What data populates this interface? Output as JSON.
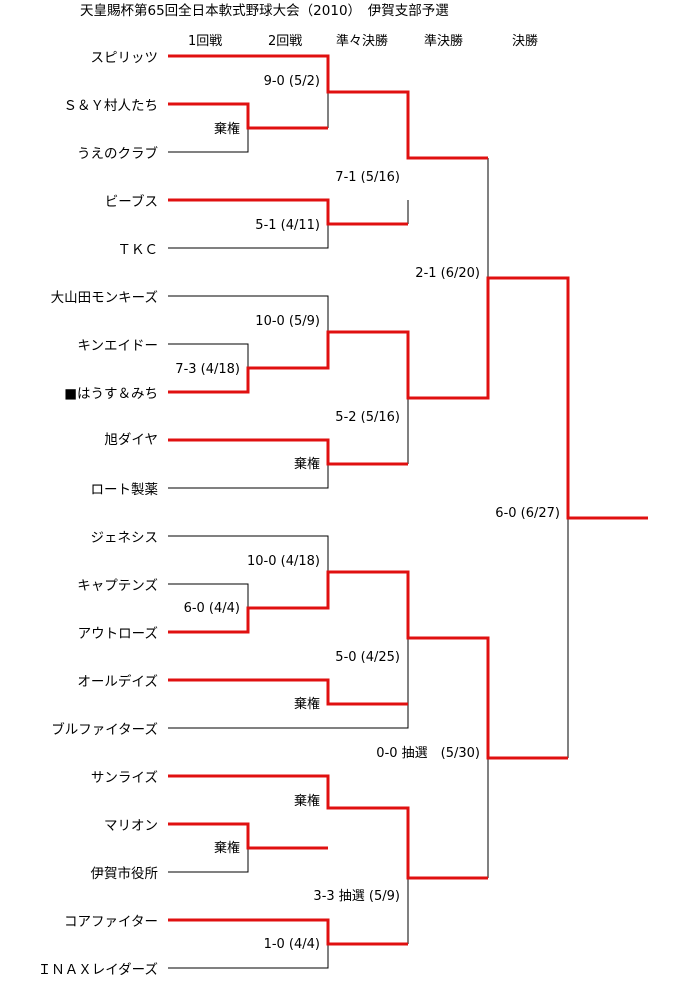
{
  "title": "天皇賜杯第65回全日本軟式野球大会（2010）　伊賀支部予選",
  "rounds": [
    "1回戦",
    "2回戦",
    "準々決勝",
    "準決勝",
    "決勝"
  ],
  "teams": [
    "スピリッツ",
    "Ｓ＆Ｙ村人たち",
    "うえのクラブ",
    "ビーブス",
    "ＴＫＣ",
    "大山田モンキーズ",
    "キンエイドー",
    "■はうす＆みち",
    "旭ダイヤ",
    "ロート製薬",
    "ジェネシス",
    "キャプテンズ",
    "アウトローズ",
    "オールデイズ",
    "ブルファイターズ",
    "サンライズ",
    "マリオン",
    "伊賀市役所",
    "コアファイター",
    "ＩＮＡＸレイダーズ"
  ],
  "results": {
    "r1_a": "棄権",
    "r1_b": "7-3 (4/18)",
    "r1_c": "6-0 (4/4)",
    "r1_d": "棄権",
    "r2_1": "9-0 (5/2)",
    "r2_2": "5-1 (4/11)",
    "r2_3": "10-0 (5/9)",
    "r2_4": "棄権",
    "r2_5": "10-0 (4/18)",
    "r2_6": "棄権",
    "r2_7": "棄権",
    "r2_8": "1-0 (4/4)",
    "qf_1": "7-1 (5/16)",
    "qf_2": "5-2 (5/16)",
    "qf_3": "5-0 (4/25)",
    "qf_4": "3-3 抽選 (5/9)",
    "sf_1": "2-1 (6/20)",
    "sf_2": "0-0 抽選　(5/30)",
    "final": "6-0 (6/27)"
  },
  "colors": {
    "win_line": "#e01010",
    "line": "#000000"
  }
}
